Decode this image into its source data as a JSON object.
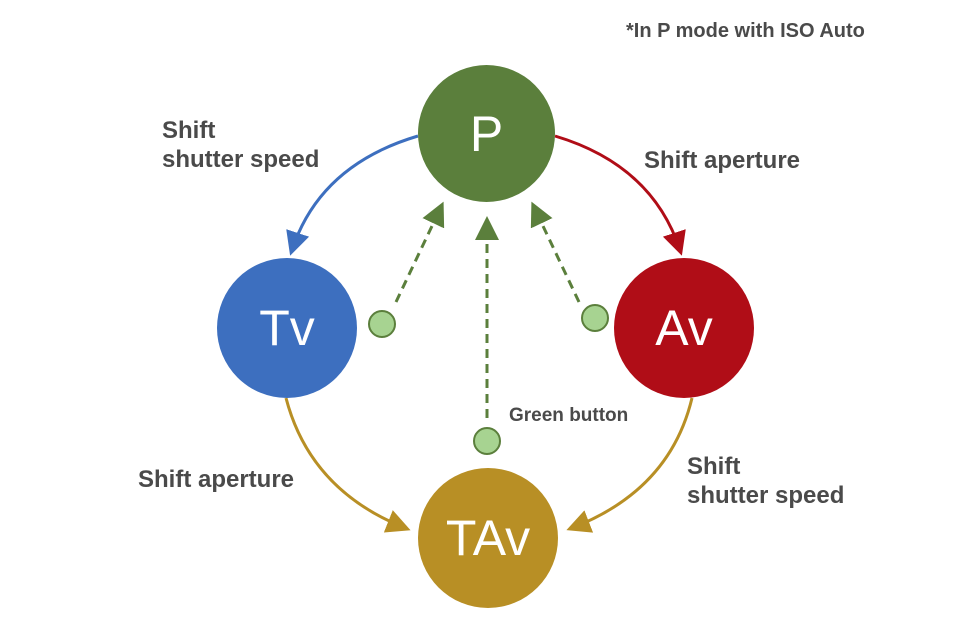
{
  "note": "*In P mode with ISO Auto",
  "modes": {
    "p": {
      "label": "P",
      "color": "#5b7f3c"
    },
    "tv": {
      "label": "Tv",
      "color": "#3d6fbf"
    },
    "av": {
      "label": "Av",
      "color": "#b00d17"
    },
    "tav": {
      "label": "TAv",
      "color": "#b88f25"
    }
  },
  "arrows": {
    "p_to_tv": [
      "Shift",
      "shutter speed"
    ],
    "p_to_av": "Shift aperture",
    "tv_to_tav": "Shift aperture",
    "av_to_tav": [
      "Shift",
      "shutter speed"
    ]
  },
  "green_button": {
    "label": "Green button",
    "color": "#a7d391",
    "dash_color": "#5b7f3c"
  },
  "arrow_colors": {
    "p_to_tv": "#3d6fbf",
    "p_to_av": "#b00d17",
    "to_tav": "#b88f25"
  }
}
